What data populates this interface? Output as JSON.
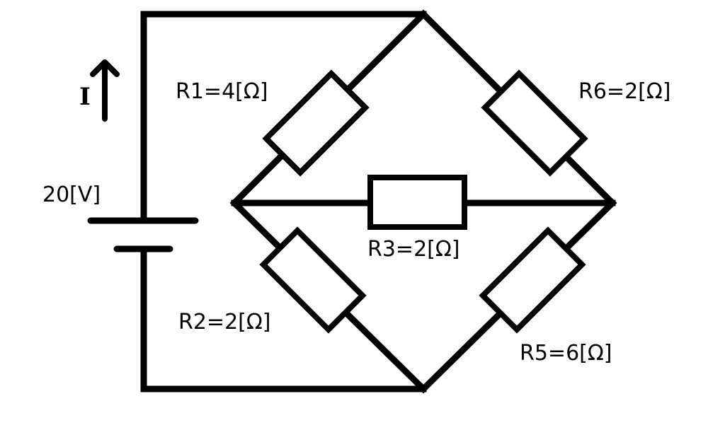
{
  "diagram": {
    "current_label": "I",
    "battery_label": "20[V]",
    "resistors": [
      {
        "id": "R1",
        "label": "R1=4[Ω]"
      },
      {
        "id": "R2",
        "label": "R2=2[Ω]"
      },
      {
        "id": "R3",
        "label": "R3=2[Ω]"
      },
      {
        "id": "R5",
        "label": "R5=6[Ω]"
      },
      {
        "id": "R6",
        "label": "R6=2[Ω]"
      }
    ]
  }
}
